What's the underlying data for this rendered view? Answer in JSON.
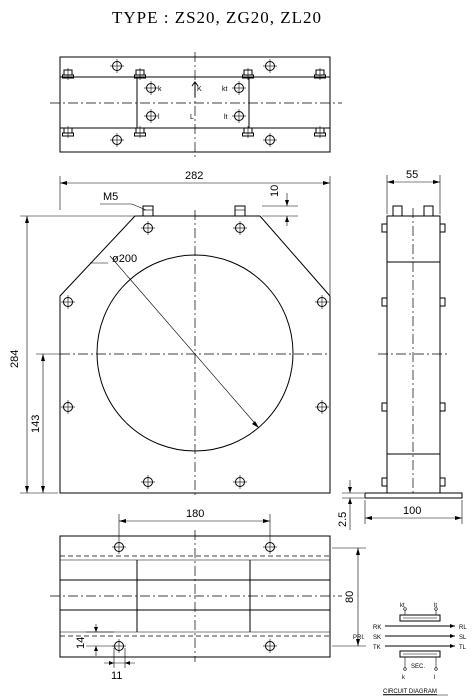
{
  "title": "TYPE : ZS20, ZG20, ZL20",
  "front_view": {
    "width_dim": "282",
    "height_dim": "284",
    "center_height_dim": "143",
    "edge_dim": "10",
    "bore_dim": "ø200",
    "screw_label": "M5"
  },
  "side_view": {
    "depth_dim": "55",
    "base_dim": "100",
    "base_thickness_dim": "2.5"
  },
  "top_view": {
    "labels": {
      "k": "k",
      "kt": "kt",
      "l": "l",
      "lt": "lt",
      "arrow": "K",
      "center": "L"
    }
  },
  "bottom_view": {
    "spacing_dim": "180",
    "height_dim": "80",
    "offset_dim": "14",
    "hole_dim": "11"
  },
  "circuit": {
    "caption": "CIRCUIT DIAGRAM",
    "top_left": "kt",
    "top_right": "lt",
    "left_rows": [
      "RK",
      "SK",
      "TK"
    ],
    "right_rows": [
      "RL",
      "SL",
      "TL"
    ],
    "primary": "PRI.",
    "secondary": "SEC.",
    "bottom_left": "k",
    "bottom_right": "l"
  }
}
